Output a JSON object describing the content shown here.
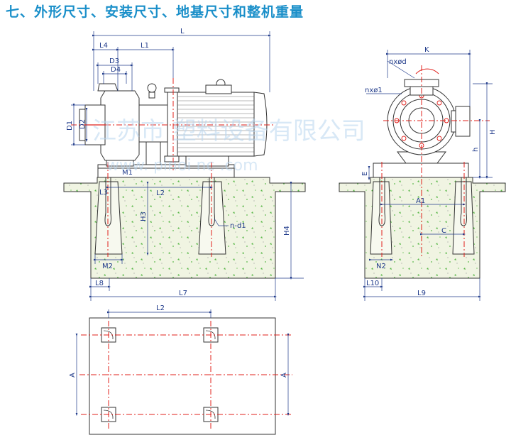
{
  "title": "七、外形尺寸、安装尺寸、地基尺寸和整机重量",
  "watermark": {
    "cn": "江苏市 塑料设备有限公司",
    "en": "www.       pinoi   nc   .com"
  },
  "labels": {
    "L": "L",
    "L1": "L1",
    "L2": "L2",
    "L2b": "L2",
    "L3": "L3",
    "L4": "L4",
    "L7": "L7",
    "L8": "L8",
    "L9": "L9",
    "L10": "L10",
    "D1": "D1",
    "D2": "D2",
    "D3": "D3",
    "D4": "D4",
    "H": "H",
    "H3": "H3",
    "H4": "H4",
    "h": "h",
    "K": "K",
    "A": "A",
    "A1": "A1",
    "A_left": "A",
    "A_right": "A",
    "C": "C",
    "M1": "M1",
    "M2": "M2",
    "N2": "N2",
    "n_d1": "n-d1",
    "nxd": "nxød",
    "nxd1": "nxø1",
    "E": "E"
  },
  "colors": {
    "title": "#1a8fc9",
    "line": "#333333",
    "dim": "#1f3a8a",
    "center": "#e0201b",
    "concrete": "#f0f4e2",
    "speckle": "#5bb84a"
  }
}
